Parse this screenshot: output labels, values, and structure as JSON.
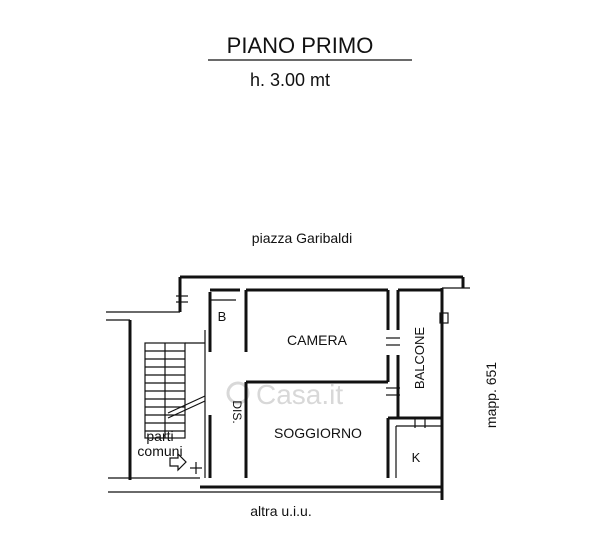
{
  "header": {
    "title": "PIANO PRIMO",
    "height": "h. 3.00 mt"
  },
  "surroundings": {
    "top": "piazza Garibaldi",
    "bottom": "altra u.i.u.",
    "right": "mapp. 651"
  },
  "rooms": {
    "bathroom": "B",
    "bedroom": "CAMERA",
    "balcony": "BALCONE",
    "hallway": "DIS.",
    "living": "SOGGIORNO",
    "kitchen": "K"
  },
  "common_area": {
    "line1": "parti",
    "line2": "comuni"
  },
  "watermark": "Casa.it"
}
